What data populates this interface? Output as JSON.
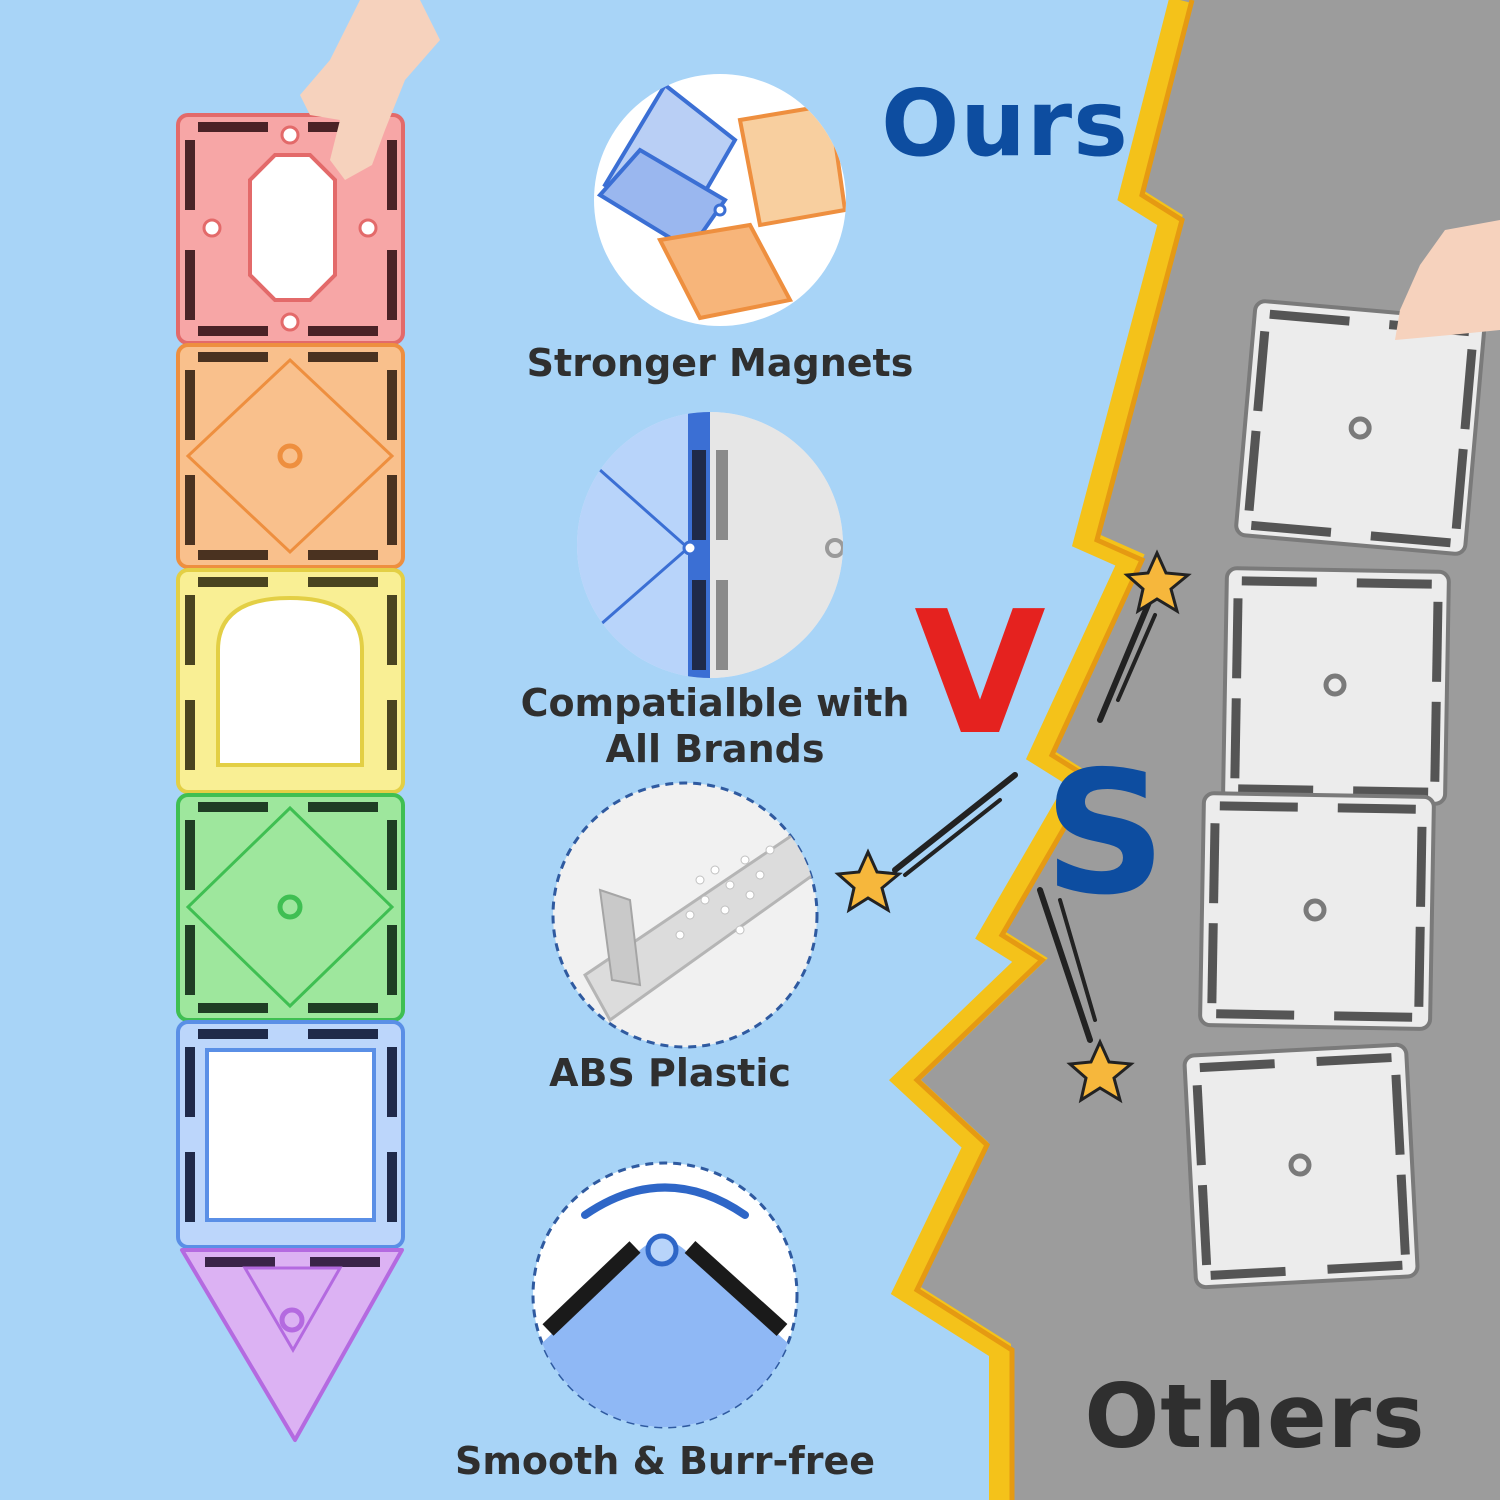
{
  "headings": {
    "ours": "Ours",
    "others": "Others",
    "vs_v": "V",
    "vs_s": "S"
  },
  "features": [
    {
      "label": "Stronger Magnets",
      "icon": "tile-pair-icon"
    },
    {
      "label": "Compatialble with\nAll Brands",
      "icon": "tile-edge-closeup-icon"
    },
    {
      "label": "ABS Plastic",
      "icon": "plastic-pellets-icon"
    },
    {
      "label": "Smooth & Burr-free",
      "icon": "rounded-corner-icon"
    }
  ],
  "colors": {
    "background_left": "#a8d4f7",
    "background_right": "#9c9c9c",
    "divider": "#f4c21a",
    "ours_text": "#0d4da0",
    "others_text": "#2f2f2f",
    "v_letter": "#e5221f",
    "s_letter": "#0d4da0",
    "tile_red": "#f7a6a6",
    "tile_orange": "#f9c08c",
    "tile_yellow": "#f9ef94",
    "tile_green": "#9ee79d",
    "tile_blue": "#bcd6fb",
    "tile_purple": "#dcb2f3",
    "star": "#f6b73c"
  }
}
